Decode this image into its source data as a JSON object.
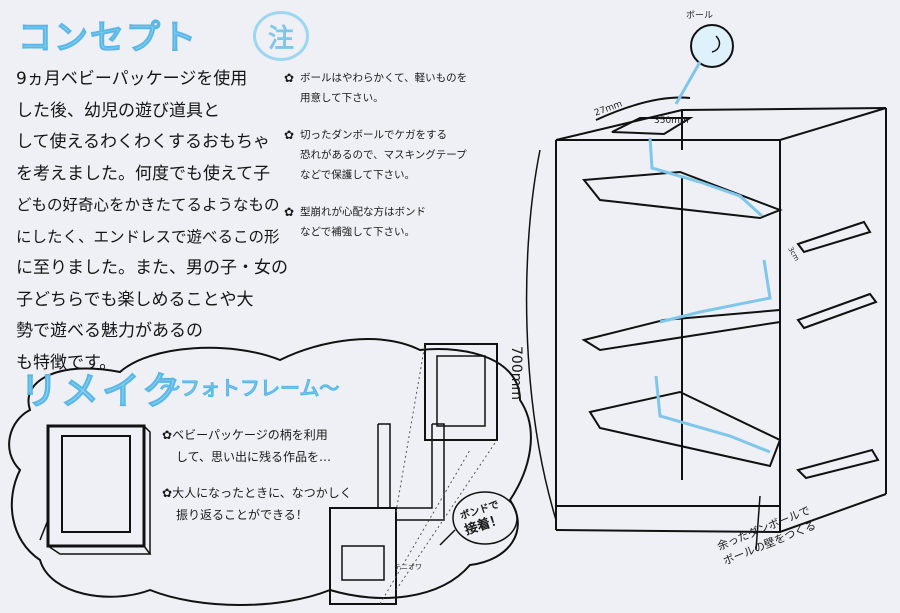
{
  "concept": {
    "title": "コンセプト",
    "lines": [
      "9ヵ月ベビーパッケージを使用",
      "した後、幼児の遊び道具と",
      "して使えるわくわくするおもちゃ",
      "を考えました。何度でも使えて子",
      "どもの好奇心をかきたてるようなもの",
      "にしたく、エンドレスで遊べるこの形",
      "に至りました。また、男の子・女の",
      "子どちらでも楽しめることや大",
      "勢で遊べる魅力があるの",
      "も特徴です。"
    ]
  },
  "caution": {
    "badge": "注",
    "notes": [
      {
        "icon": "flower-icon",
        "lines": [
          "ボールはやわらかくて、軽いものを",
          "用意して下さい。"
        ]
      },
      {
        "icon": "flower-icon",
        "lines": [
          "切ったダンボールでケガをする",
          "恐れがあるので、マスキングテープ",
          "などで保護して下さい。"
        ]
      },
      {
        "icon": "flower-icon",
        "lines": [
          "型崩れが心配な方はボンド",
          "などで補強して下さい。"
        ]
      }
    ]
  },
  "remake": {
    "title": "リメイク",
    "subtitle": "〜フォトフレーム〜",
    "notes": [
      {
        "icon": "flower-icon",
        "lines": [
          "ベビーパッケージの柄を利用",
          "して、思い出に残る作品を…"
        ]
      },
      {
        "icon": "flower-icon",
        "lines": [
          "大人になったときに、なつかしく",
          "振り返ることができる！"
        ]
      }
    ],
    "bond_note": [
      "ボンドで",
      "接着！"
    ],
    "small_label": "テニオワ"
  },
  "diagram": {
    "ball_label": "ボール",
    "dim_width": "350mm",
    "dim_depth": "27mm",
    "dim_height": "700mm",
    "side_label": "3cm",
    "bottom_note": [
      "余ったダンボールで",
      "ボールの壁をつくる"
    ]
  },
  "colors": {
    "accent_blue": "#8fd3f0",
    "ink": "#1a1a1a",
    "paper": "#eef0f6"
  }
}
